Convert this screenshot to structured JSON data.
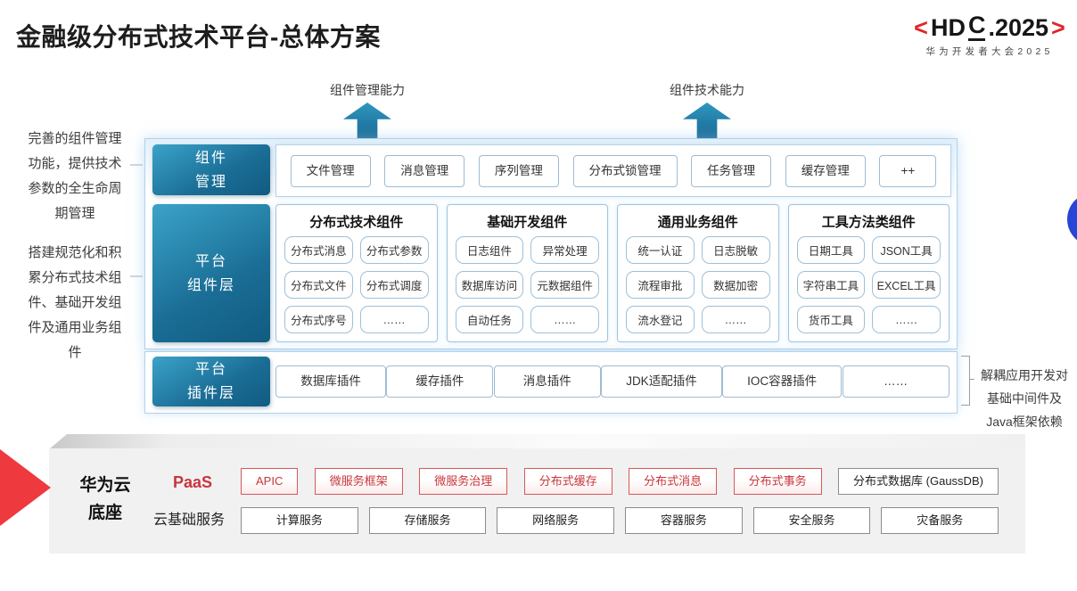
{
  "title": "金融级分布式技术平台-总体方案",
  "logo": {
    "bracket_left": "<",
    "hdc_prefix": "HD",
    "hdc_c": "C",
    "hdc_suffix": ".2025",
    "bracket_right": ">",
    "subtitle": "华为开发者大会2025"
  },
  "arrows": [
    {
      "label": "组件管理能力"
    },
    {
      "label": "组件技术能力"
    }
  ],
  "annotations": {
    "left_top": "完善的组件管理功能，提供技术参数的全生命周期管理",
    "left_bottom": "搭建规范化和积累分布式技术组件、基础开发组件及通用业务组件",
    "right": "解耦应用开发对\n基础中间件及\nJava框架依赖"
  },
  "component_mgmt": {
    "label": "组件\n管理",
    "items": [
      "文件管理",
      "消息管理",
      "序列管理",
      "分布式锁管理",
      "任务管理",
      "缓存管理",
      "++"
    ]
  },
  "platform_components": {
    "label": "平台\n组件层",
    "columns": [
      {
        "header": "分布式技术组件",
        "items": [
          "分布式消息",
          "分布式参数",
          "分布式文件",
          "分布式调度",
          "分布式序号",
          "……"
        ]
      },
      {
        "header": "基础开发组件",
        "items": [
          "日志组件",
          "异常处理",
          "数据库访问",
          "元数据组件",
          "自动任务",
          "……"
        ]
      },
      {
        "header": "通用业务组件",
        "items": [
          "统一认证",
          "日志脱敏",
          "流程审批",
          "数据加密",
          "流水登记",
          "……"
        ]
      },
      {
        "header": "工具方法类组件",
        "items": [
          "日期工具",
          "JSON工具",
          "字符串工具",
          "EXCEL工具",
          "货币工具",
          "……"
        ]
      }
    ]
  },
  "platform_plugins": {
    "label": "平台\n插件层",
    "items": [
      "数据库插件",
      "缓存插件",
      "消息插件",
      "JDK适配插件",
      "IOC容器插件",
      "……"
    ]
  },
  "cloud_base": {
    "label": "华为云\n底座",
    "rows": [
      {
        "label": "PaaS",
        "items": [
          {
            "text": "APIC",
            "style": "red"
          },
          {
            "text": "微服务框架",
            "style": "red"
          },
          {
            "text": "微服务治理",
            "style": "red"
          },
          {
            "text": "分布式缓存",
            "style": "red"
          },
          {
            "text": "分布式消息",
            "style": "red"
          },
          {
            "text": "分布式事务",
            "style": "red"
          },
          {
            "text": "分布式数据库 (GaussDB)",
            "style": "plain"
          }
        ]
      },
      {
        "label": "云基础服务",
        "items": [
          "计算服务",
          "存储服务",
          "网络服务",
          "容器服务",
          "安全服务",
          "灾备服务"
        ]
      }
    ]
  },
  "colors": {
    "layer_label_teal": "#1a6d95",
    "frame_border_blue": "#b2d2ea",
    "arrow_teal": "#13608a",
    "brand_red": "#e2252b",
    "paas_red": "#c9353c",
    "slab_gray": "#f1f1f2",
    "nav_circle_blue": "#2745d6"
  }
}
